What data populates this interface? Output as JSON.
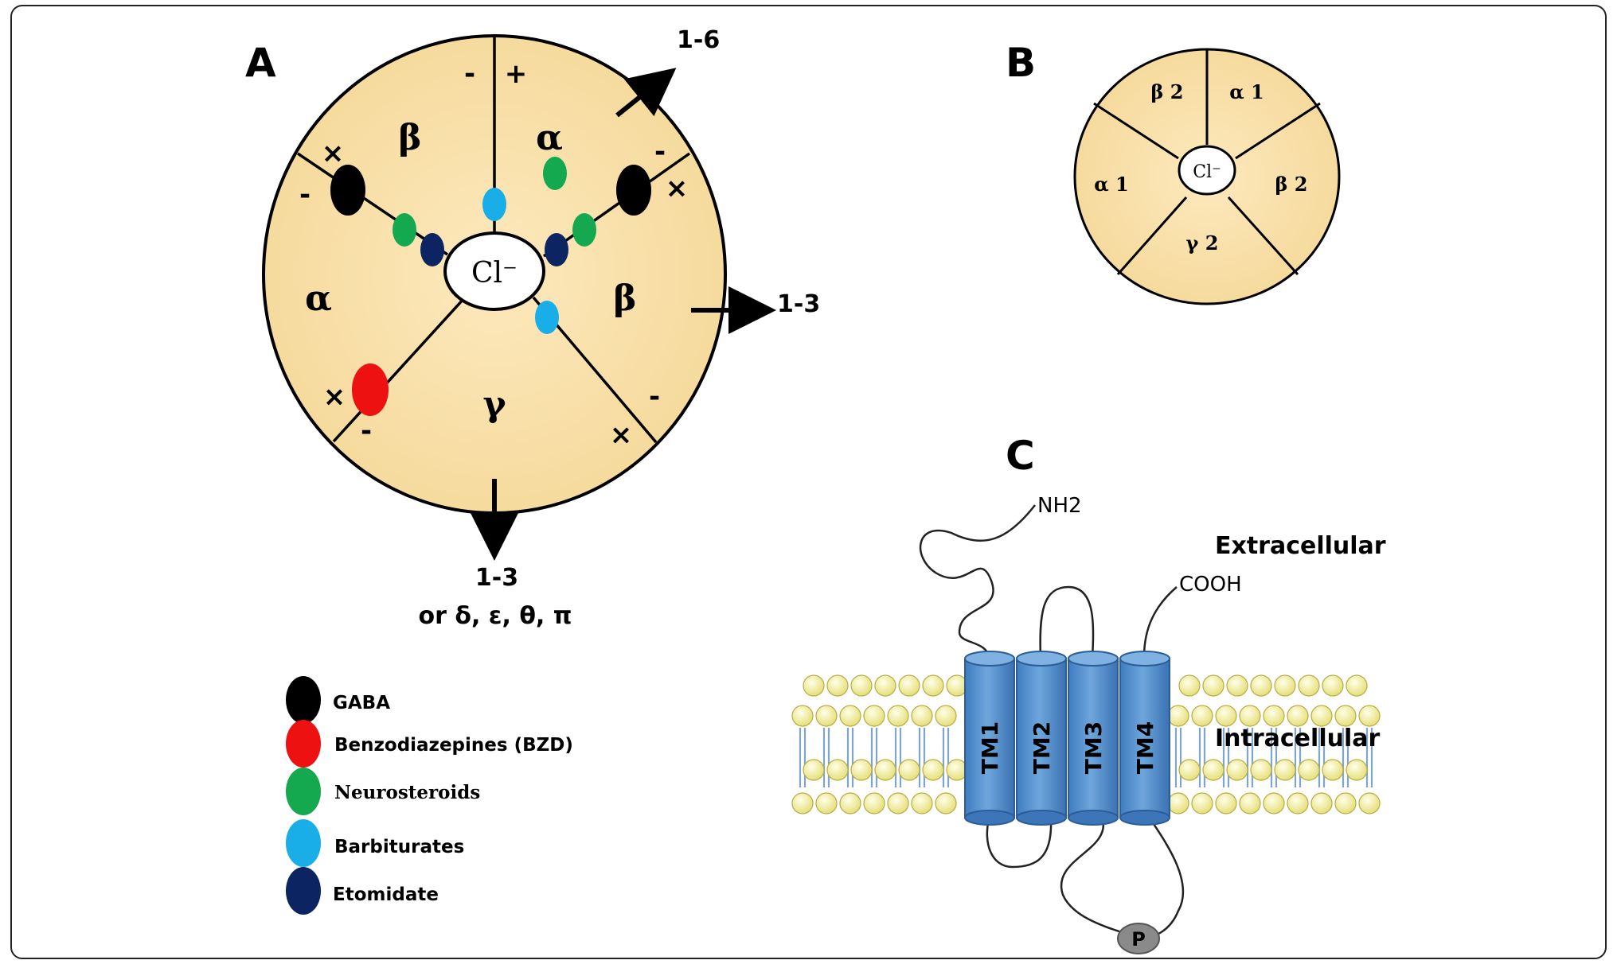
{
  "panels": {
    "a": {
      "label": "A",
      "center_ion": "Cl⁻",
      "subunits": [
        "β",
        "α",
        "β",
        "γ",
        "α"
      ],
      "signs": {
        "plus": "+",
        "minus": "-",
        "cross": "×"
      },
      "arrows": {
        "top_right": "1-6",
        "right": "1-3",
        "bottom_line1": "1-3",
        "bottom_line2": "or δ, ε, θ, π"
      }
    },
    "b": {
      "label": "B",
      "center_ion": "Cl⁻",
      "subunits": [
        "β 2",
        "α 1",
        "β 2",
        "γ 2",
        "α 1"
      ]
    },
    "c": {
      "label": "C",
      "n_terminus": "NH2",
      "c_terminus": "COOH",
      "extracellular": "Extracellular",
      "intracellular": "Intracellular",
      "segments": [
        "TM1",
        "TM2",
        "TM3",
        "TM4"
      ],
      "phospho": "P"
    }
  },
  "legend": [
    {
      "label": "GABA",
      "color": "#000000"
    },
    {
      "label": "Benzodiazepines (BZD)",
      "color": "#ee1111"
    },
    {
      "label": "Neurosteroids",
      "color": "#15a94f"
    },
    {
      "label": "Barbiturates",
      "color": "#19aee8"
    },
    {
      "label": "Etomidate",
      "color": "#0d2462"
    }
  ],
  "colors": {
    "disc_fill": "#f6dc9e",
    "disc_center": "#fbe7b8",
    "membrane_head": "#f3ef9c",
    "helix": "#5b93cf"
  }
}
